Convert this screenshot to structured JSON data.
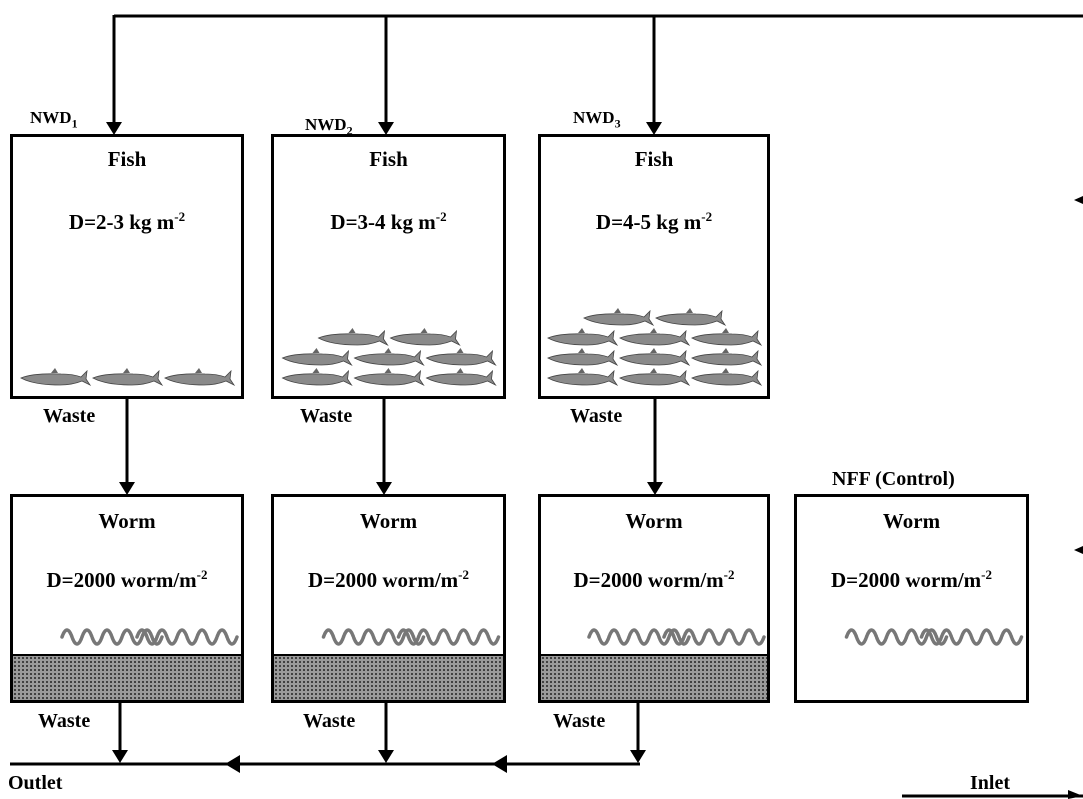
{
  "diagram": {
    "inlet_label": "Inlet",
    "outlet_label": "Outlet",
    "inflows": [
      {
        "name": "NWD",
        "sub": "1"
      },
      {
        "name": "NWD",
        "sub": "2"
      },
      {
        "name": "NWD",
        "sub": "3"
      }
    ],
    "fish_tanks": [
      {
        "title": "Fish",
        "density_prefix": "D=2-3 kg m",
        "density_exp": "-2",
        "fish_rows": [
          3
        ]
      },
      {
        "title": "Fish",
        "density_prefix": "D=3-4 kg m",
        "density_exp": "-2",
        "fish_rows": [
          2,
          3,
          3
        ]
      },
      {
        "title": "Fish",
        "density_prefix": "D=4-5 kg m",
        "density_exp": "-2",
        "fish_rows": [
          2,
          3,
          3,
          3
        ]
      }
    ],
    "waste_label": "Waste",
    "control_label": "NFF (Control)",
    "worm_tanks": [
      {
        "title": "Worm",
        "density_prefix": "D=2000 worm/m",
        "density_exp": "-2",
        "worms": 2
      },
      {
        "title": "Worm",
        "density_prefix": "D=2000 worm/m",
        "density_exp": "-2",
        "worms": 2
      },
      {
        "title": "Worm",
        "density_prefix": "D=2000 worm/m",
        "density_exp": "-2",
        "worms": 2
      },
      {
        "title": "Worm",
        "density_prefix": "D=2000 worm/m",
        "density_exp": "-2",
        "worms": 2
      }
    ],
    "colors": {
      "line": "#000000",
      "fish": "#8a8a8a",
      "worm": "#777777",
      "sediment": "#9a9a9a"
    }
  }
}
